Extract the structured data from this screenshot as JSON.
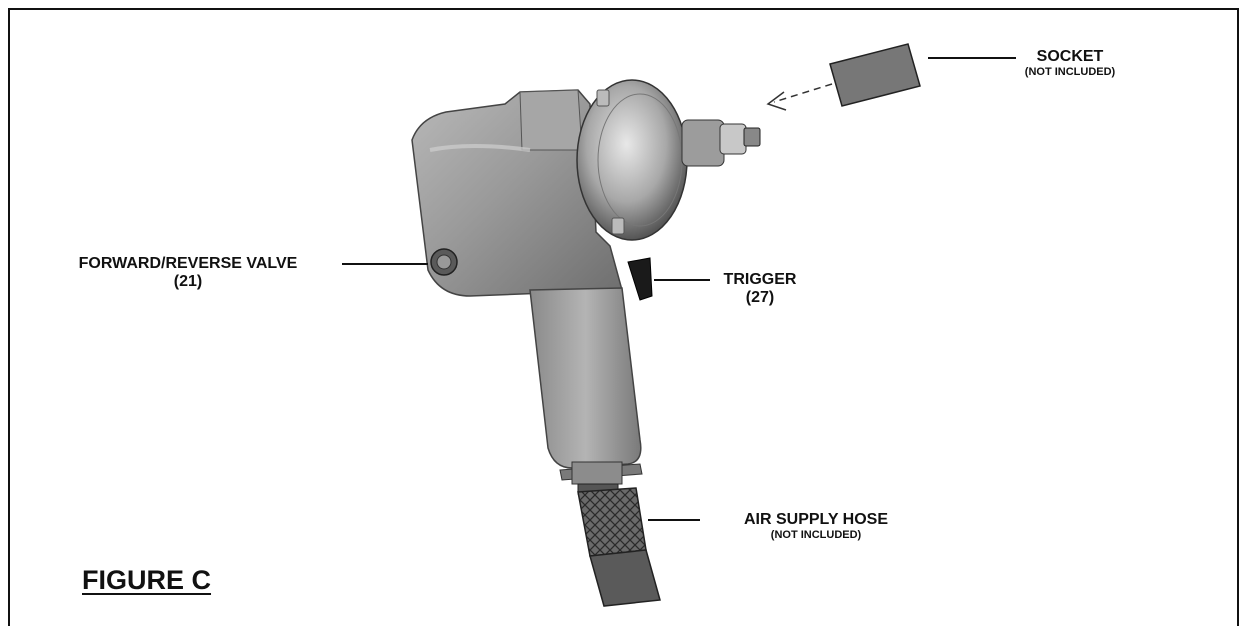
{
  "figure": {
    "title": "FIGURE C",
    "callouts": {
      "socket": {
        "label": "SOCKET",
        "note": "(NOT INCLUDED)"
      },
      "forward_reverse_valve": {
        "label": "FORWARD/REVERSE VALVE",
        "ref": "(21)"
      },
      "trigger": {
        "label": "TRIGGER",
        "ref": "(27)"
      },
      "air_supply_hose": {
        "label": "AIR SUPPLY HOSE",
        "note": "(NOT INCLUDED)"
      }
    }
  }
}
